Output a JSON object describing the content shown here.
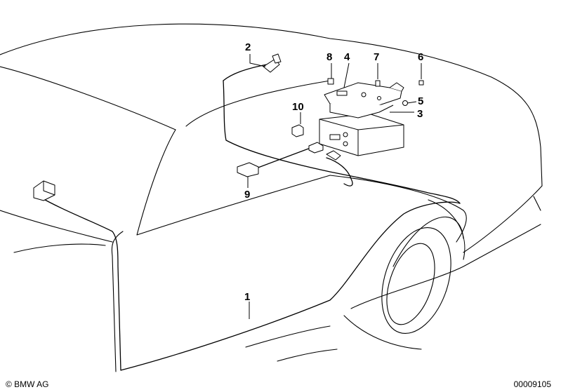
{
  "callouts": [
    {
      "id": "1",
      "label": "1"
    },
    {
      "id": "2",
      "label": "2"
    },
    {
      "id": "3",
      "label": "3"
    },
    {
      "id": "4",
      "label": "4"
    },
    {
      "id": "5",
      "label": "5"
    },
    {
      "id": "6",
      "label": "6"
    },
    {
      "id": "7",
      "label": "7"
    },
    {
      "id": "8",
      "label": "8"
    },
    {
      "id": "9",
      "label": "9"
    },
    {
      "id": "10",
      "label": "10"
    }
  ],
  "footer": {
    "copyright": "© BMW AG",
    "diagram_id": "00009105"
  }
}
